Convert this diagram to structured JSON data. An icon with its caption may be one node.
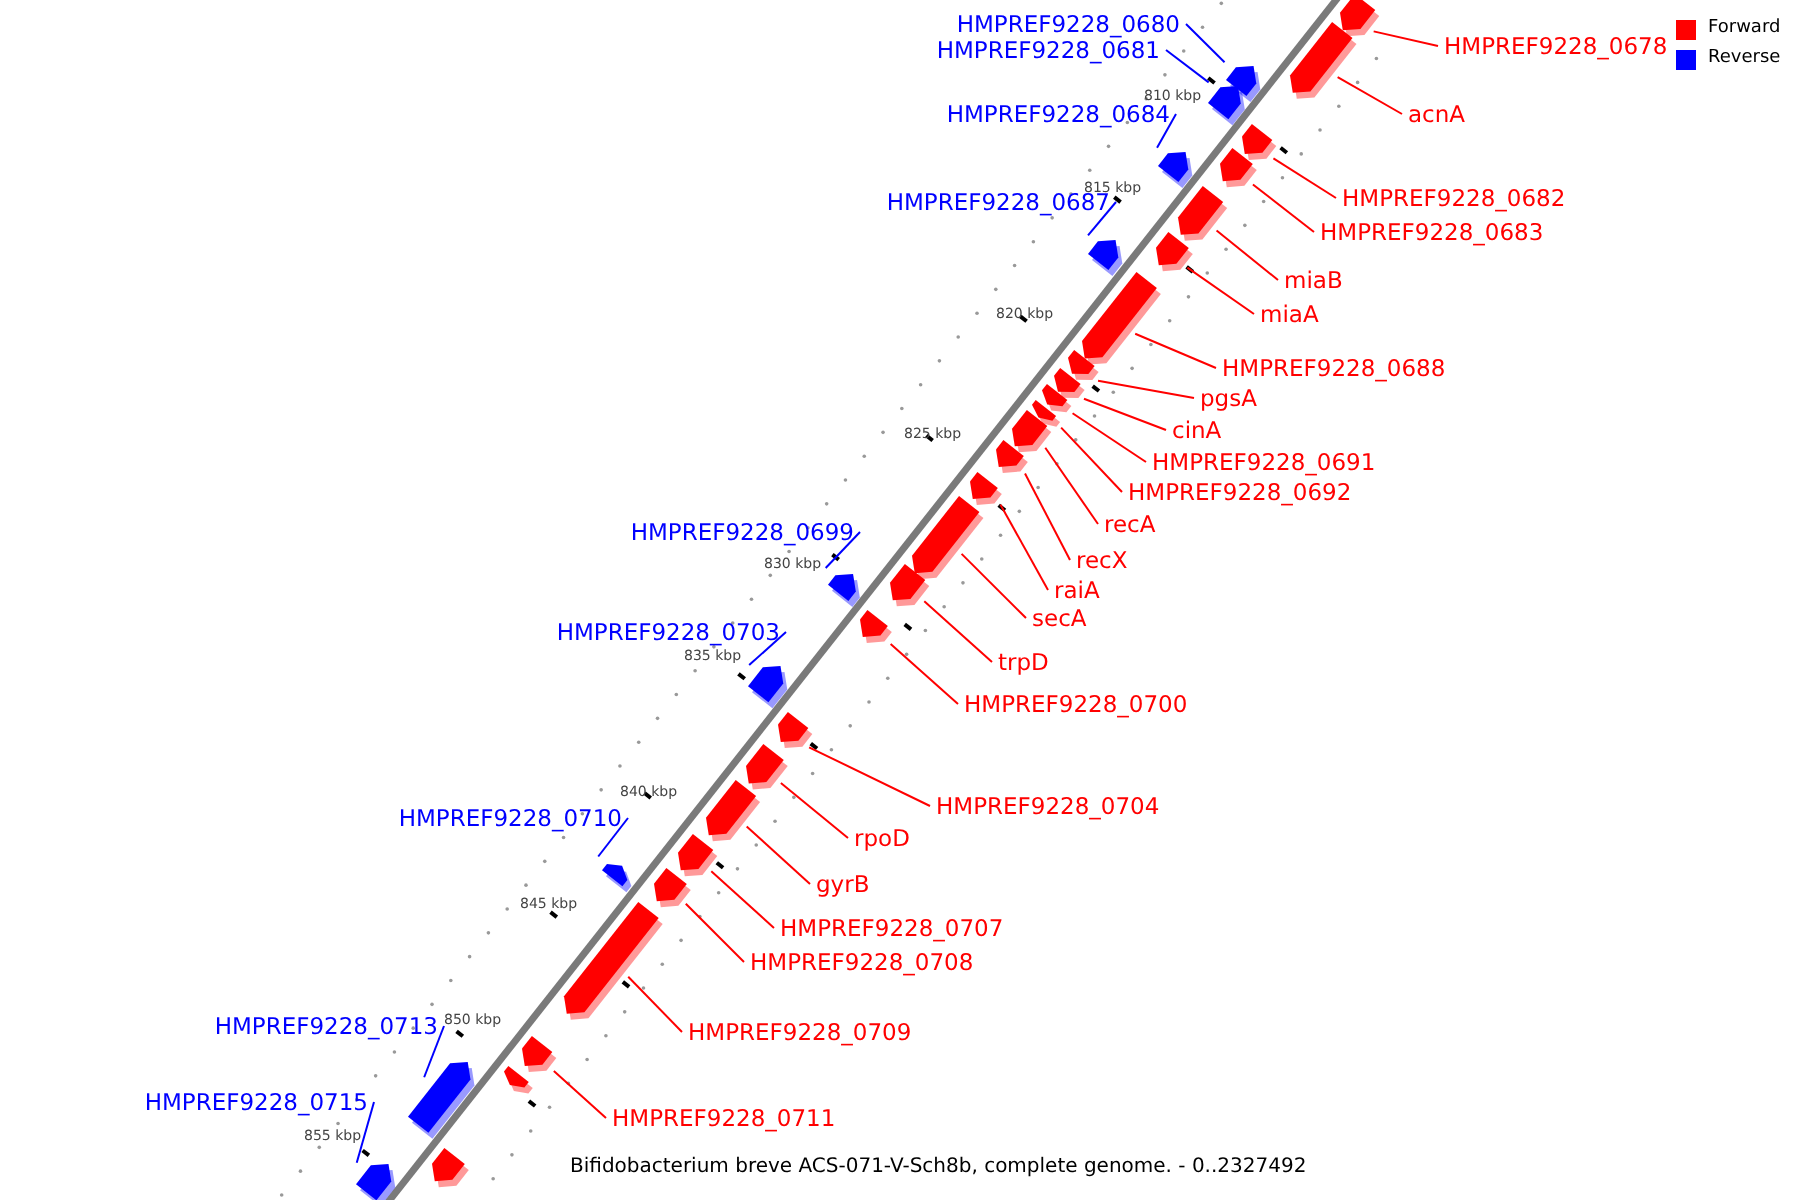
{
  "diagram": {
    "caption": "Bifidobacterium breve ACS-071-V-Sch8b, complete genome. - 0..2327492",
    "nodes": [
      {
        "text": [
          "HMPREF9228_0680"
        ]
      },
      {
        "text": [
          "HMPREF9228_0678"
        ]
      },
      {
        "text": [
          "HMPREF9228_0681"
        ]
      },
      {
        "text": [
          "acnA"
        ]
      },
      {
        "text": [
          "HMPREF9228_0684"
        ]
      },
      {
        "text": [
          "HMPREF9228_0682"
        ]
      },
      {
        "text": [
          "HMPREF9228_0687"
        ]
      },
      {
        "text": [
          "HMPREF9228_0683"
        ]
      },
      {
        "text": [
          "miaB"
        ]
      },
      {
        "text": [
          "miaA"
        ]
      },
      {
        "text": [
          "HMPREF9228_0688"
        ]
      },
      {
        "text": [
          "pgsA"
        ]
      },
      {
        "text": [
          "cinA"
        ]
      },
      {
        "text": [
          "HMPREF9228_0691"
        ]
      },
      {
        "text": [
          "HMPREF9228_0692"
        ]
      },
      {
        "text": [
          "recA"
        ]
      },
      {
        "text": [
          "HMPREF9228_0699"
        ]
      },
      {
        "text": [
          "recX"
        ]
      },
      {
        "text": [
          "raiA"
        ]
      },
      {
        "text": [
          "secA"
        ]
      },
      {
        "text": [
          "HMPREF9228_0703"
        ]
      },
      {
        "text": [
          "trpD"
        ]
      },
      {
        "text": [
          "HMPREF9228_0700"
        ]
      },
      {
        "text": [
          "HMPREF9228_0704"
        ]
      },
      {
        "text": [
          "HMPREF9228_0710"
        ]
      },
      {
        "text": [
          "rpoD"
        ]
      },
      {
        "text": [
          "gyrB"
        ]
      },
      {
        "text": [
          "HMPREF9228_0707"
        ]
      },
      {
        "text": [
          "HMPREF9228_0708"
        ]
      },
      {
        "text": [
          "HMPREF9228_0713"
        ]
      },
      {
        "text": [
          "HMPREF9228_0709"
        ]
      },
      {
        "text": [
          "HMPREF9228_0715"
        ]
      },
      {
        "text": [
          "HMPREF9228_0711"
        ]
      },
      {
        "text": [],
        "shape": "arrow"
      },
      {
        "text": [],
        "shape": "arrow"
      },
      {
        "text": [],
        "shape": "arrow"
      },
      {
        "text": [],
        "shape": "arrow"
      },
      {
        "text": [],
        "shape": "arrow"
      },
      {
        "text": [],
        "shape": "arrow"
      },
      {
        "text": [],
        "shape": "arrow"
      },
      {
        "text": [],
        "shape": "arrow"
      },
      {
        "text": [],
        "shape": "arrow"
      },
      {
        "text": [],
        "shape": "arrow"
      },
      {
        "text": [],
        "shape": "arrow"
      },
      {
        "text": [],
        "shape": "arrow"
      },
      {
        "text": [],
        "shape": "arrow"
      },
      {
        "text": [],
        "shape": "arrow"
      },
      {
        "text": [],
        "shape": "arrow"
      },
      {
        "text": [],
        "shape": "arrow"
      },
      {
        "text": [],
        "shape": "arrow"
      },
      {
        "text": [],
        "shape": "arrow"
      },
      {
        "text": [],
        "shape": "arrow"
      },
      {
        "text": [],
        "shape": "arrow"
      },
      {
        "text": [],
        "shape": "arrow"
      },
      {
        "text": [],
        "shape": "arrow"
      },
      {
        "text": [],
        "shape": "arrow"
      },
      {
        "text": [],
        "shape": "arrow"
      },
      {
        "text": [],
        "shape": "arrow"
      },
      {
        "text": [],
        "shape": "arrow"
      },
      {
        "text": [],
        "shape": "arrow"
      },
      {
        "text": [],
        "shape": "arrow"
      },
      {
        "text": [],
        "shape": "arrow"
      },
      {
        "text": [],
        "shape": "arrow"
      },
      {
        "text": [],
        "shape": "arrow"
      },
      {
        "text": [],
        "shape": "arrow"
      },
      {
        "text": [],
        "shape": "arrow"
      },
      {
        "text": [],
        "shape": "arrow"
      },
      {
        "text": [],
        "shape": "arrow"
      }
    ],
    "edges": [
      {
        "from": 0,
        "to": 35,
        "arrow": "none",
        "color": "#0000ff"
      },
      {
        "from": 1,
        "to": 33,
        "arrow": "none"
      },
      {
        "from": 2,
        "to": 36,
        "arrow": "none",
        "color": "#0000ff"
      },
      {
        "from": 3,
        "to": 34,
        "arrow": "none"
      },
      {
        "from": 4,
        "to": 38,
        "arrow": "none",
        "color": "#0000ff"
      },
      {
        "from": 5,
        "to": 37,
        "arrow": "none"
      },
      {
        "from": 6,
        "to": 41,
        "arrow": "none",
        "color": "#0000ff"
      },
      {
        "from": 7,
        "to": 39,
        "arrow": "none"
      },
      {
        "from": 8,
        "to": 40,
        "arrow": "none"
      },
      {
        "from": 9,
        "to": 42,
        "arrow": "none"
      },
      {
        "from": 10,
        "to": 43,
        "arrow": "none"
      },
      {
        "from": 11,
        "to": 44,
        "arrow": "none"
      },
      {
        "from": 12,
        "to": 45,
        "arrow": "none"
      },
      {
        "from": 13,
        "to": 46,
        "arrow": "none"
      },
      {
        "from": 14,
        "to": 47,
        "arrow": "none"
      },
      {
        "from": 15,
        "to": 48,
        "arrow": "none"
      },
      {
        "from": 16,
        "to": 54,
        "arrow": "none",
        "color": "#0000ff"
      },
      {
        "from": 17,
        "to": 49,
        "arrow": "none"
      },
      {
        "from": 18,
        "to": 50,
        "arrow": "none"
      },
      {
        "from": 19,
        "to": 51,
        "arrow": "none"
      },
      {
        "from": 20,
        "to": 55,
        "arrow": "none",
        "color": "#0000ff"
      },
      {
        "from": 21,
        "to": 52,
        "arrow": "none"
      },
      {
        "from": 22,
        "to": 53,
        "arrow": "none"
      },
      {
        "from": 23,
        "to": 56,
        "arrow": "none"
      },
      {
        "from": 24,
        "to": 59,
        "arrow": "none",
        "color": "#0000ff"
      },
      {
        "from": 25,
        "to": 57,
        "arrow": "none"
      },
      {
        "from": 26,
        "to": 58,
        "arrow": "none"
      },
      {
        "from": 27,
        "to": 60,
        "arrow": "none"
      },
      {
        "from": 28,
        "to": 61,
        "arrow": "none"
      },
      {
        "from": 29,
        "to": 65,
        "arrow": "none",
        "color": "#0000ff"
      },
      {
        "from": 30,
        "to": 62,
        "arrow": "none"
      },
      {
        "from": 31,
        "to": 67,
        "arrow": "none",
        "color": "#0000ff"
      },
      {
        "from": 32,
        "to": 63,
        "arrow": "none"
      }
    ],
    "labels": [
      "810 kbp",
      "815 kbp",
      "820 kbp",
      "825 kbp",
      "830 kbp",
      "835 kbp",
      "840 kbp",
      "845 kbp",
      "850 kbp",
      "855 kbp"
    ],
    "legend": [
      {
        "text": "Forward",
        "color": "#ff0000"
      },
      {
        "text": "Reverse",
        "color": "#0000ff"
      }
    ]
  }
}
